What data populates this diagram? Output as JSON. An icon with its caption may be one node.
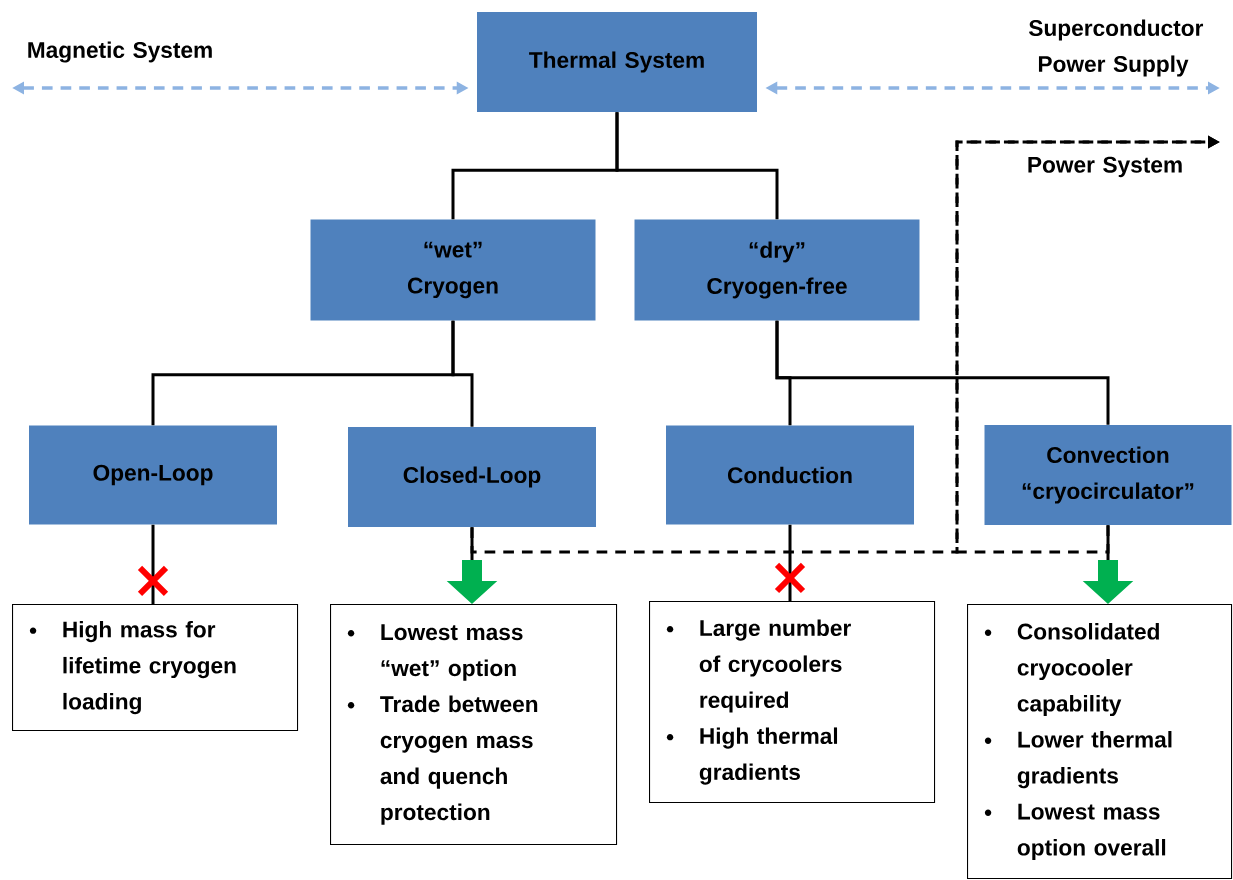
{
  "diagram": {
    "nodes": [
      {
        "text": [
          "Thermal System"
        ]
      },
      {
        "text": [
          "“wet” Cryogen"
        ]
      },
      {
        "text": [
          "“dry” Cryogen-free"
        ]
      },
      {
        "text": [
          "Open-Loop"
        ]
      },
      {
        "text": [
          "Closed-Loop"
        ]
      },
      {
        "text": [
          "Conduction"
        ]
      },
      {
        "text": [
          "Convection “cryocirculator”"
        ]
      },
      {
        "text": [
          "High mass for lifetime cryogen loading"
        ]
      },
      {
        "text": [
          "Lowest mass “wet” option",
          "Trade between cryogen mass and quench protection"
        ]
      },
      {
        "text": [
          "Large number of crycoolers required",
          "High thermal gradients"
        ]
      },
      {
        "text": [
          "Consolidated cryocooler capability",
          "Lower thermal gradients",
          "Lowest mass option overall"
        ]
      }
    ],
    "edges": [
      {
        "from": 0,
        "to": 1,
        "arrow": "none"
      },
      {
        "from": 0,
        "to": 2,
        "arrow": "none"
      },
      {
        "from": 1,
        "to": 3,
        "arrow": "none"
      },
      {
        "from": 1,
        "to": 4,
        "arrow": "none"
      },
      {
        "from": 2,
        "to": 5,
        "arrow": "none"
      },
      {
        "from": 2,
        "to": 6,
        "arrow": "none"
      },
      {
        "from": 3,
        "to": 7,
        "arrow": "none"
      },
      {
        "from": 4,
        "to": 8,
        "arrow": "to"
      },
      {
        "from": 5,
        "to": 9,
        "arrow": "none"
      },
      {
        "from": 6,
        "to": 10,
        "arrow": "to"
      },
      {
        "from": 4,
        "to": null,
        "arrow": "to",
        "style": "dashed",
        "label": "Power System"
      },
      {
        "from": 6,
        "to": null,
        "arrow": "to",
        "style": "dashed"
      },
      {
        "from": null,
        "to": 0,
        "arrow": "both",
        "style": "dashed",
        "color": "#8db3e2",
        "label": "Magnetic System"
      },
      {
        "from": 0,
        "to": null,
        "arrow": "both",
        "style": "dashed",
        "color": "#8db3e2",
        "label": "Superconductor Power Supply"
      }
    ]
  }
}
